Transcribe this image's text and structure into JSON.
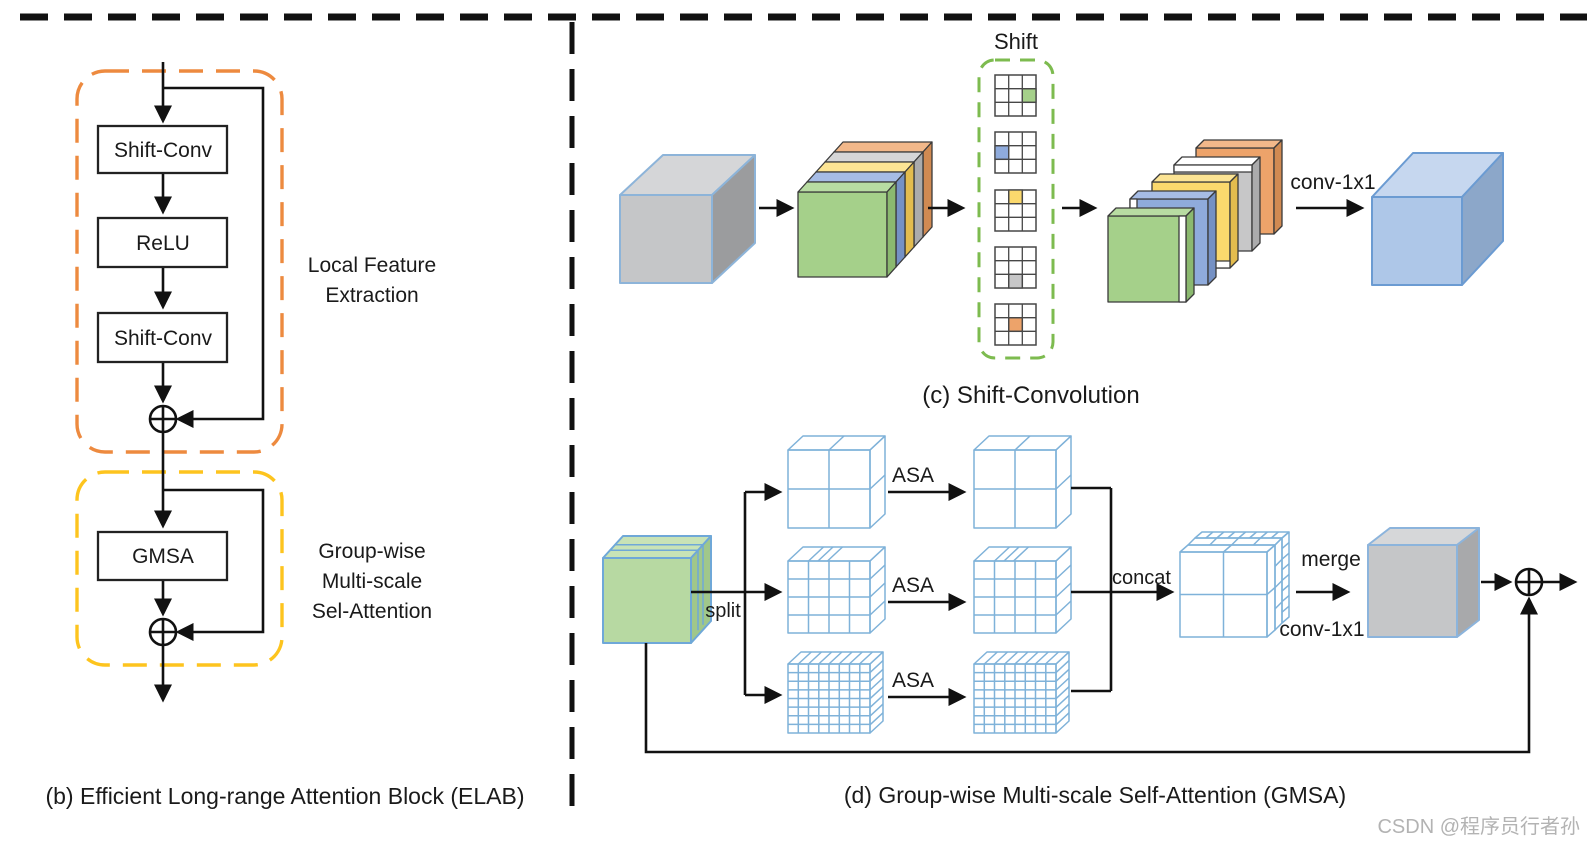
{
  "figure": {
    "panel_b": {
      "caption": "(b) Efficient Long-range Attention Block (ELAB)",
      "block1": "Shift-Conv",
      "block2": "ReLU",
      "block3": "Shift-Conv",
      "block4": "GMSA",
      "local_label": [
        "Local Feature",
        "Extraction"
      ],
      "gmsa_label": [
        "Group-wise",
        "Multi-scale",
        "Sel-Attention"
      ]
    },
    "panel_c": {
      "caption": "(c) Shift-Convolution",
      "shift_label": "Shift",
      "conv1x1_label": "conv-1x1"
    },
    "panel_d": {
      "caption": "(d) Group-wise Multi-scale Self-Attention (GMSA)",
      "split_label": "split",
      "asa_label_1": "ASA",
      "asa_label_2": "ASA",
      "asa_label_3": "ASA",
      "concat_label": "concat",
      "merge_label": "merge",
      "conv1x1_label": "conv-1x1"
    },
    "watermark": "CSDN @程序员行者孙",
    "colors": {
      "local_outline": "#ed8a3f",
      "gmsa_outline": "#fdc41e",
      "shift_outline": "#7dbb4f",
      "slab_green": "#a5d08a",
      "slab_blue": "#8fabdc",
      "slab_yellow": "#fbd96d",
      "slab_gray": "#c7c7c8",
      "slab_orange": "#eda36a",
      "cube_gray": "#c5c6c8",
      "cube_blue": "#aec7e8",
      "grid_green": "#c6e0b2",
      "grid_blue": "#b2c9e9",
      "grid_yellow": "#fce3a1",
      "grid_orange": "#f5c7a3",
      "edge_blue": "#7fb2d9"
    }
  }
}
